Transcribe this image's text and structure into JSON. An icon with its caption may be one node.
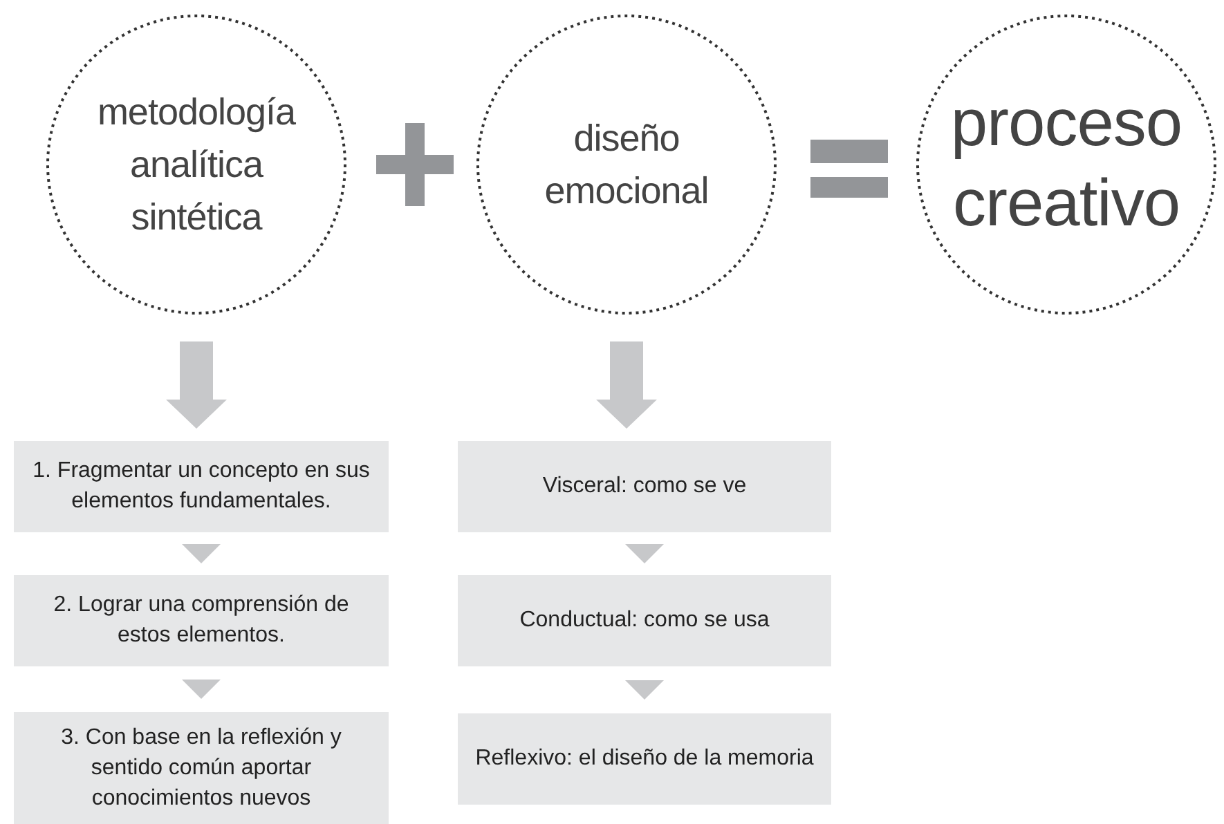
{
  "diagram": {
    "nodes": [
      {
        "text": [
          "metodología analítica sintética"
        ]
      },
      {
        "text": [
          "diseño emocional"
        ]
      },
      {
        "text": [
          "proceso creativo"
        ]
      },
      {
        "text": [
          "1. Fragmentar un concepto en sus elementos fundamentales."
        ]
      },
      {
        "text": [
          "2. Lograr una comprensión de estos elementos."
        ]
      },
      {
        "text": [
          "3. Con base en la reflexión y sentido común aportar conocimientos nuevos"
        ]
      },
      {
        "text": [
          "Visceral: como se ve"
        ]
      },
      {
        "text": [
          "Conductual: como se usa"
        ]
      },
      {
        "text": [
          "Reflexivo: el diseño de la memoria"
        ]
      }
    ],
    "edges": [
      {
        "from": 0,
        "to": 3,
        "arrow": "to",
        "style": "thick"
      },
      {
        "from": 3,
        "to": 4,
        "arrow": "to"
      },
      {
        "from": 4,
        "to": 5,
        "arrow": "to"
      },
      {
        "from": 1,
        "to": 6,
        "arrow": "to",
        "style": "thick"
      },
      {
        "from": 6,
        "to": 7,
        "arrow": "to"
      },
      {
        "from": 7,
        "to": 8,
        "arrow": "to"
      }
    ]
  }
}
